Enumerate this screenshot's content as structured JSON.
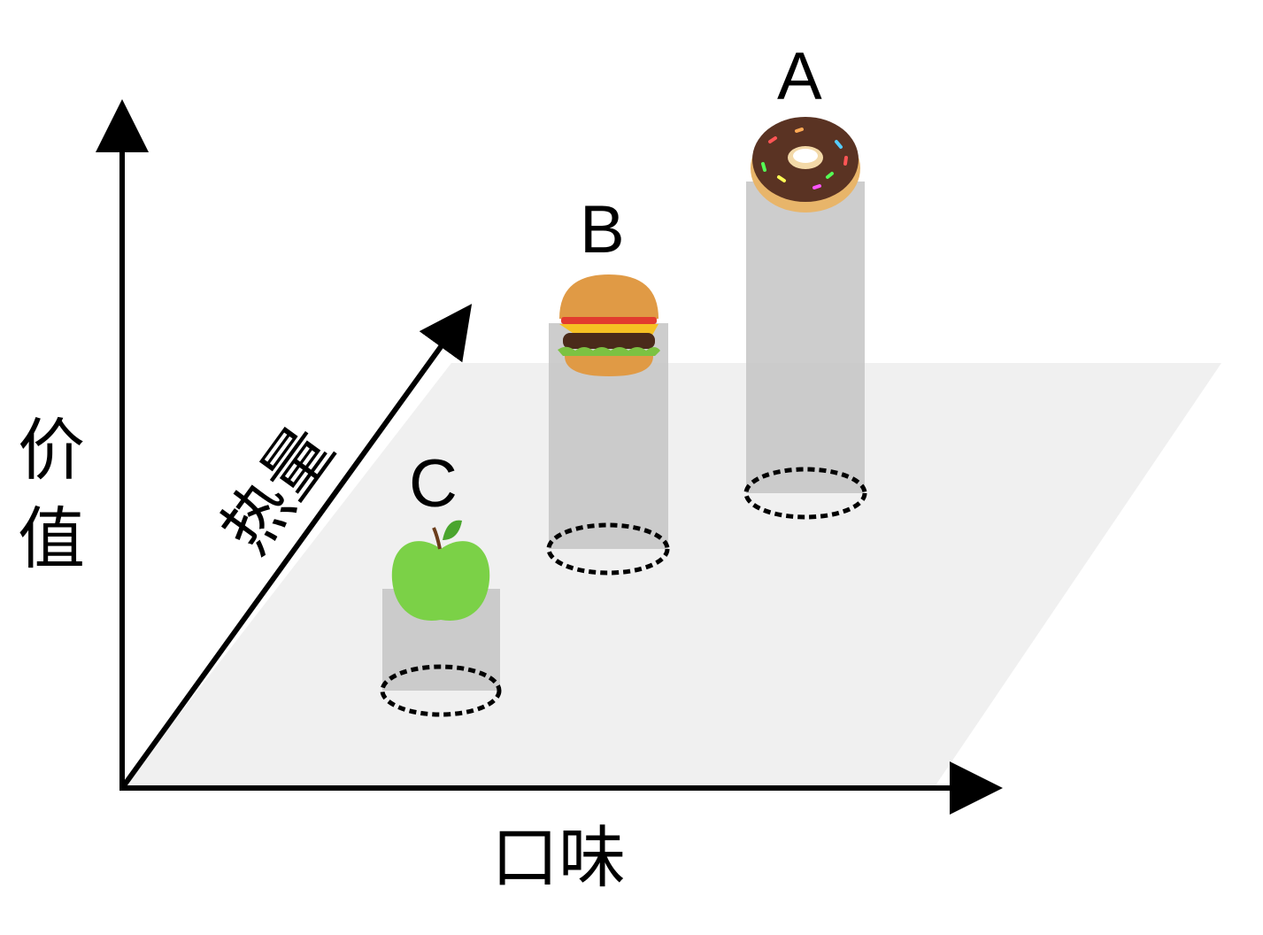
{
  "axes": {
    "value_label_chars": [
      "价",
      "值"
    ],
    "taste_label": "口味",
    "calorie_label": "热量"
  },
  "items": [
    {
      "label": "A",
      "icon": "donut-icon"
    },
    {
      "label": "B",
      "icon": "hamburger-icon"
    },
    {
      "label": "C",
      "icon": "green-apple-icon"
    }
  ],
  "colors": {
    "plane": "#f0f0f0",
    "cylinder": "#c4c4c4",
    "axis": "#000000"
  }
}
